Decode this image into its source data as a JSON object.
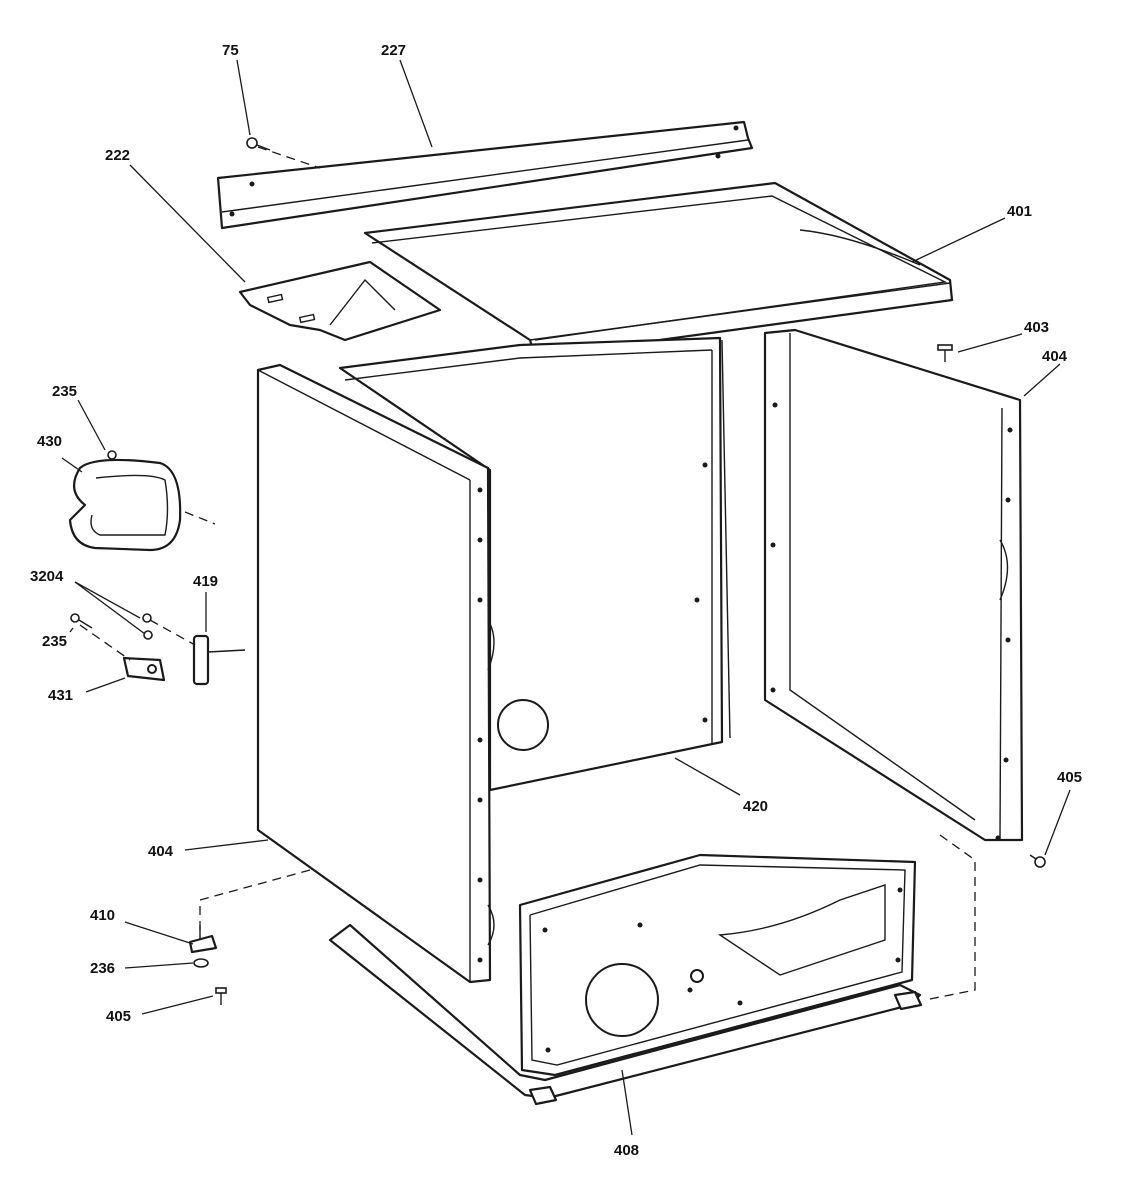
{
  "diagram": {
    "labels": {
      "p75": "75",
      "p227": "227",
      "p222": "222",
      "p401": "401",
      "p403": "403",
      "p404_right": "404",
      "p235_top": "235",
      "p430": "430",
      "p3204": "3204",
      "p419": "419",
      "p235_bottom": "235",
      "p431": "431",
      "p420": "420",
      "p405_right": "405",
      "p404_left": "404",
      "p410": "410",
      "p236": "236",
      "p405_left": "405",
      "p408": "408"
    }
  }
}
